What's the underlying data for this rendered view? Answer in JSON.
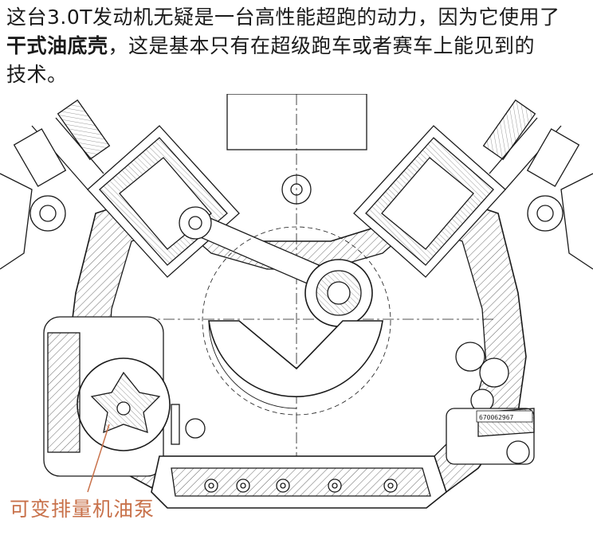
{
  "caption": {
    "line1": "这台3.0T发动机无疑是一台高性能超跑的动力，因为它使用了",
    "bold_term": "干式油底壳",
    "line2_rest": "，这是基本只有在超级跑车或者赛车上能见到的",
    "line3": "技术。"
  },
  "callout": {
    "label": "可变排量机油泵",
    "color": "#c8714a"
  },
  "part_number": "670062967"
}
